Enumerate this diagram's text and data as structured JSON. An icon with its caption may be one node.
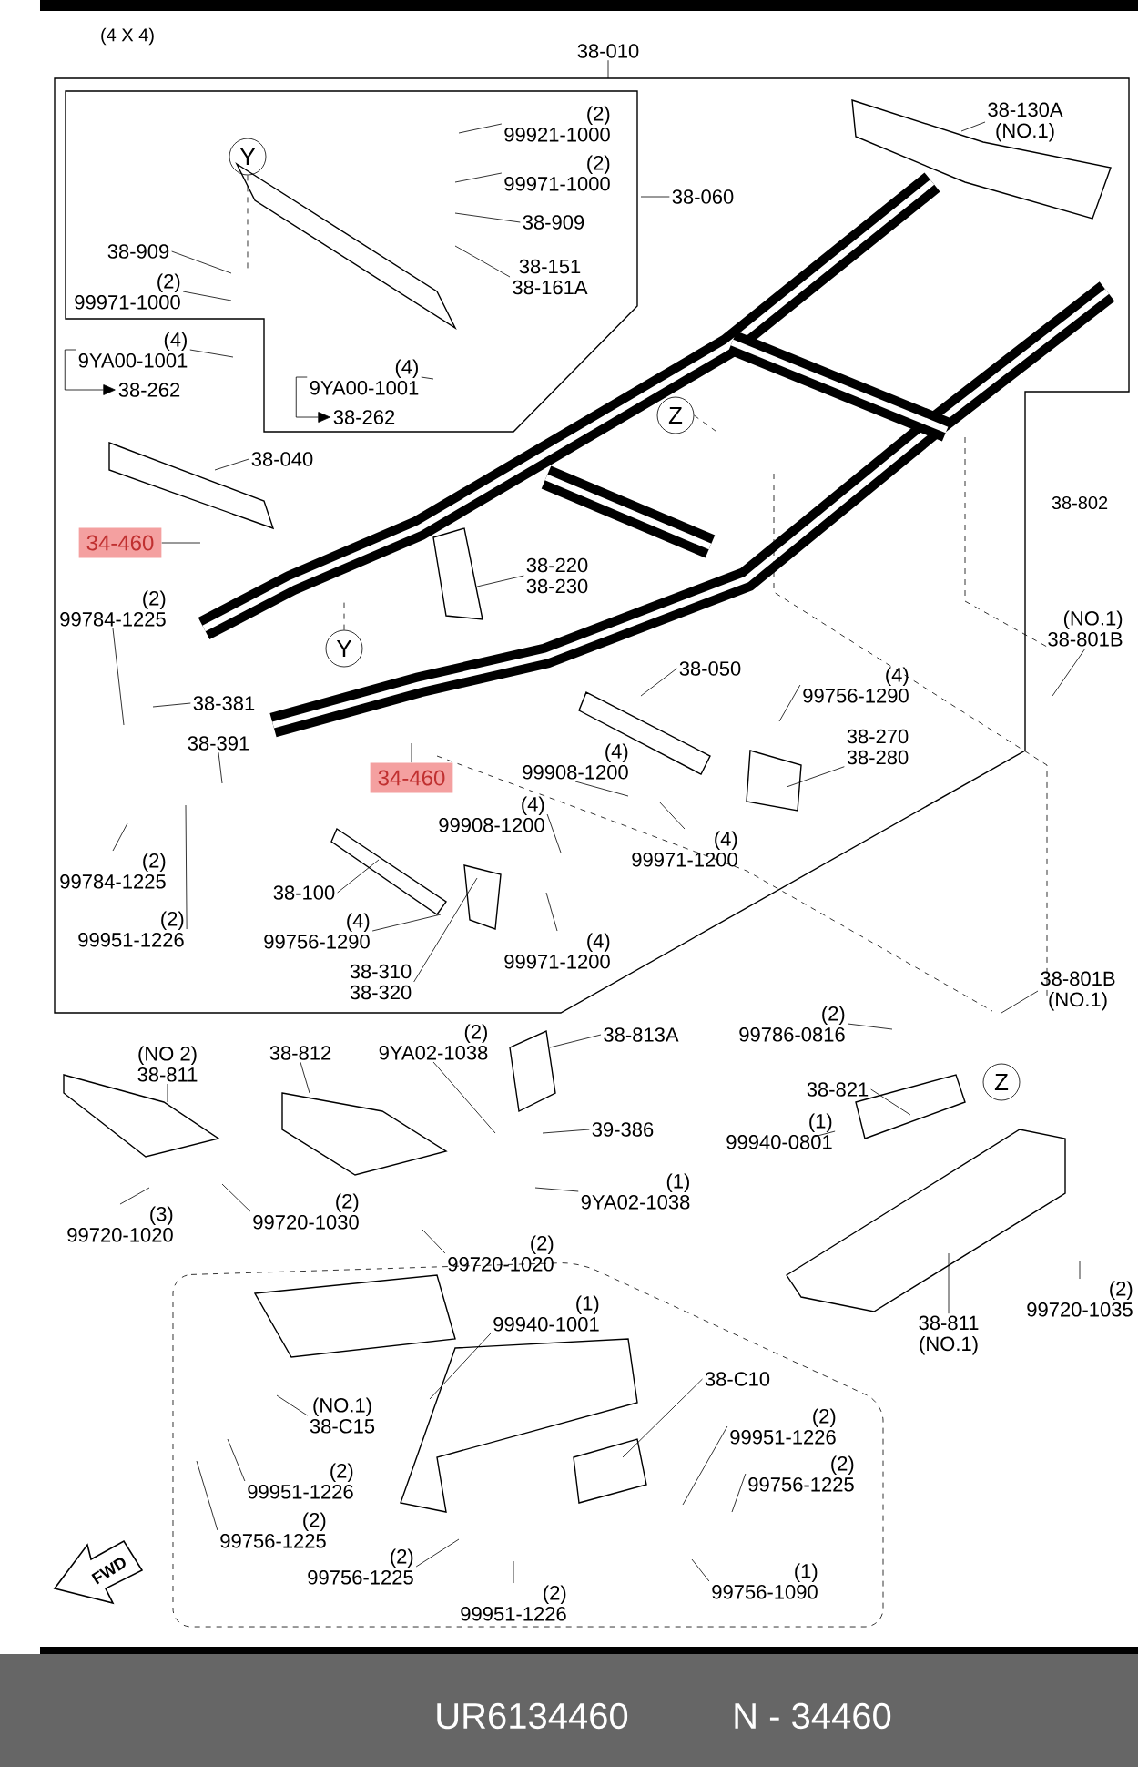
{
  "diagram": {
    "nodes": [
      {
        "text": [
          "38-010"
        ]
      },
      {
        "text": [
          "(2)",
          "99921-1000"
        ]
      },
      {
        "text": [
          "(2)",
          "99971-1000"
        ]
      },
      {
        "text": [
          "38-909"
        ]
      },
      {
        "text": [
          "38-151",
          "38-161A"
        ]
      },
      {
        "text": [
          "38-060"
        ]
      },
      {
        "text": [
          "38-909"
        ]
      },
      {
        "text": [
          "(2)",
          "99971-1000"
        ]
      },
      {
        "text": [
          "(4)",
          "9YA00-1001"
        ]
      },
      {
        "text": [
          "38-262"
        ]
      },
      {
        "text": [
          "(4)",
          "9YA00-1001"
        ]
      },
      {
        "text": [
          "38-262"
        ]
      },
      {
        "text": [
          "Y"
        ]
      },
      {
        "text": [
          "38-130A",
          "(NO.1)"
        ]
      },
      {
        "text": [
          "Z"
        ]
      },
      {
        "text": [
          "38-040"
        ]
      },
      {
        "text": [
          "34-460"
        ]
      },
      {
        "text": [
          "38-220",
          "38-230"
        ]
      },
      {
        "text": [
          "(2)",
          "99784-1225"
        ]
      },
      {
        "text": [
          "Y"
        ]
      },
      {
        "text": [
          "(NO.1)",
          "38-801B"
        ]
      },
      {
        "text": [
          "38-050"
        ]
      },
      {
        "text": [
          "(4)",
          "99756-1290"
        ]
      },
      {
        "text": [
          "38-381"
        ]
      },
      {
        "text": [
          "38-391"
        ]
      },
      {
        "text": [
          "34-460"
        ]
      },
      {
        "text": [
          "38-270",
          "38-280"
        ]
      },
      {
        "text": [
          "(4)",
          "99908-1200"
        ]
      },
      {
        "text": [
          "(4)",
          "99908-1200"
        ]
      },
      {
        "text": [
          "(4)",
          "99971-1200"
        ]
      },
      {
        "text": [
          "(2)",
          "99784-1225"
        ]
      },
      {
        "text": [
          "(2)",
          "99951-1226"
        ]
      },
      {
        "text": [
          "38-100"
        ]
      },
      {
        "text": [
          "(4)",
          "99756-1290"
        ]
      },
      {
        "text": [
          "(4)",
          "99971-1200"
        ]
      },
      {
        "text": [
          "38-310",
          "38-320"
        ]
      },
      {
        "text": [
          "38-801B",
          "(NO.1)"
        ]
      },
      {
        "text": [
          "(NO 2)",
          "38-811"
        ]
      },
      {
        "text": [
          "38-812"
        ]
      },
      {
        "text": [
          "(2)",
          "9YA02-1038"
        ]
      },
      {
        "text": [
          "38-813A"
        ]
      },
      {
        "text": [
          "(2)",
          "99786-0816"
        ]
      },
      {
        "text": [
          "Z"
        ]
      },
      {
        "text": [
          "38-821"
        ]
      },
      {
        "text": [
          "(1)",
          "99940-0801"
        ]
      },
      {
        "text": [
          "39-386"
        ]
      },
      {
        "text": [
          "(1)",
          "9YA02-1038"
        ]
      },
      {
        "text": [
          "(3)",
          "99720-1020"
        ]
      },
      {
        "text": [
          "(2)",
          "99720-1030"
        ]
      },
      {
        "text": [
          "(2)",
          "99720-1020"
        ]
      },
      {
        "text": [
          "38-811",
          "(NO.1)"
        ]
      },
      {
        "text": [
          "(2)",
          "99720-1035"
        ]
      },
      {
        "text": [
          "(1)",
          "99940-1001"
        ]
      },
      {
        "text": [
          "(NO.1)",
          "38-C15"
        ]
      },
      {
        "text": [
          "38-C10"
        ]
      },
      {
        "text": [
          "(2)",
          "99951-1226"
        ]
      },
      {
        "text": [
          "(2)",
          "99951-1226"
        ]
      },
      {
        "text": [
          "(2)",
          "99756-1225"
        ]
      },
      {
        "text": [
          "(2)",
          "99756-1225"
        ]
      },
      {
        "text": [
          "(2)",
          "99756-1225"
        ]
      },
      {
        "text": [
          "(1)",
          "99756-1090"
        ]
      },
      {
        "text": [
          "(2)",
          "99951-1226"
        ]
      }
    ],
    "edges": [
      {
        "from": 0,
        "to": null,
        "arrow": "none"
      },
      {
        "from": 1,
        "to": null,
        "arrow": "none"
      },
      {
        "from": 2,
        "to": null,
        "arrow": "none"
      },
      {
        "from": 3,
        "to": null,
        "arrow": "none"
      },
      {
        "from": 4,
        "to": null,
        "arrow": "none"
      },
      {
        "from": 5,
        "to": null,
        "arrow": "none"
      },
      {
        "from": 6,
        "to": null,
        "arrow": "none"
      },
      {
        "from": 7,
        "to": null,
        "arrow": "none"
      },
      {
        "from": 8,
        "to": null,
        "arrow": "none"
      },
      {
        "from": 8,
        "to": 9,
        "arrow": "to"
      },
      {
        "from": 10,
        "to": null,
        "arrow": "none"
      },
      {
        "from": 10,
        "to": 11,
        "arrow": "to"
      },
      {
        "from": 12,
        "to": null,
        "arrow": "none",
        "style": "dashed"
      },
      {
        "from": 13,
        "to": null,
        "arrow": "none"
      },
      {
        "from": 14,
        "to": null,
        "arrow": "none",
        "style": "dashed"
      },
      {
        "from": 15,
        "to": null,
        "arrow": "none"
      },
      {
        "from": 16,
        "to": null,
        "arrow": "none"
      },
      {
        "from": 17,
        "to": null,
        "arrow": "none"
      },
      {
        "from": 18,
        "to": null,
        "arrow": "none"
      },
      {
        "from": 19,
        "to": null,
        "arrow": "none",
        "style": "dashed"
      },
      {
        "from": 20,
        "to": null,
        "arrow": "none"
      },
      {
        "from": 21,
        "to": null,
        "arrow": "none"
      },
      {
        "from": 22,
        "to": null,
        "arrow": "none"
      },
      {
        "from": 23,
        "to": null,
        "arrow": "none"
      },
      {
        "from": 24,
        "to": null,
        "arrow": "none"
      },
      {
        "from": 25,
        "to": null,
        "arrow": "none"
      },
      {
        "from": 26,
        "to": null,
        "arrow": "none"
      },
      {
        "from": 27,
        "to": null,
        "arrow": "none"
      },
      {
        "from": 28,
        "to": null,
        "arrow": "none"
      },
      {
        "from": 29,
        "to": null,
        "arrow": "none"
      },
      {
        "from": 30,
        "to": null,
        "arrow": "none"
      },
      {
        "from": 31,
        "to": null,
        "arrow": "none"
      },
      {
        "from": 32,
        "to": null,
        "arrow": "none"
      },
      {
        "from": 33,
        "to": null,
        "arrow": "none"
      },
      {
        "from": 34,
        "to": null,
        "arrow": "none"
      },
      {
        "from": 35,
        "to": null,
        "arrow": "none"
      },
      {
        "from": 36,
        "to": null,
        "arrow": "none"
      },
      {
        "from": 37,
        "to": null,
        "arrow": "none"
      },
      {
        "from": 38,
        "to": null,
        "arrow": "none"
      },
      {
        "from": 39,
        "to": null,
        "arrow": "none"
      },
      {
        "from": 40,
        "to": null,
        "arrow": "none"
      },
      {
        "from": 41,
        "to": null,
        "arrow": "none"
      },
      {
        "from": 43,
        "to": null,
        "arrow": "none"
      },
      {
        "from": 44,
        "to": null,
        "arrow": "none"
      },
      {
        "from": 45,
        "to": null,
        "arrow": "none"
      },
      {
        "from": 46,
        "to": null,
        "arrow": "none"
      },
      {
        "from": 47,
        "to": null,
        "arrow": "none"
      },
      {
        "from": 48,
        "to": null,
        "arrow": "none"
      },
      {
        "from": 49,
        "to": null,
        "arrow": "none"
      },
      {
        "from": 50,
        "to": null,
        "arrow": "none"
      },
      {
        "from": 51,
        "to": null,
        "arrow": "none"
      },
      {
        "from": 52,
        "to": null,
        "arrow": "none"
      },
      {
        "from": 53,
        "to": null,
        "arrow": "none"
      },
      {
        "from": 54,
        "to": null,
        "arrow": "none"
      },
      {
        "from": 55,
        "to": null,
        "arrow": "none"
      },
      {
        "from": 56,
        "to": null,
        "arrow": "none"
      },
      {
        "from": 57,
        "to": null,
        "arrow": "none"
      },
      {
        "from": 58,
        "to": null,
        "arrow": "none"
      },
      {
        "from": 59,
        "to": null,
        "arrow": "none"
      },
      {
        "from": 60,
        "to": null,
        "arrow": "none"
      },
      {
        "from": 61,
        "to": null,
        "arrow": "none"
      }
    ],
    "labels": [
      "(4 X 4)",
      "38-802",
      "FWD",
      "UR6134460",
      "N - 34460"
    ]
  }
}
